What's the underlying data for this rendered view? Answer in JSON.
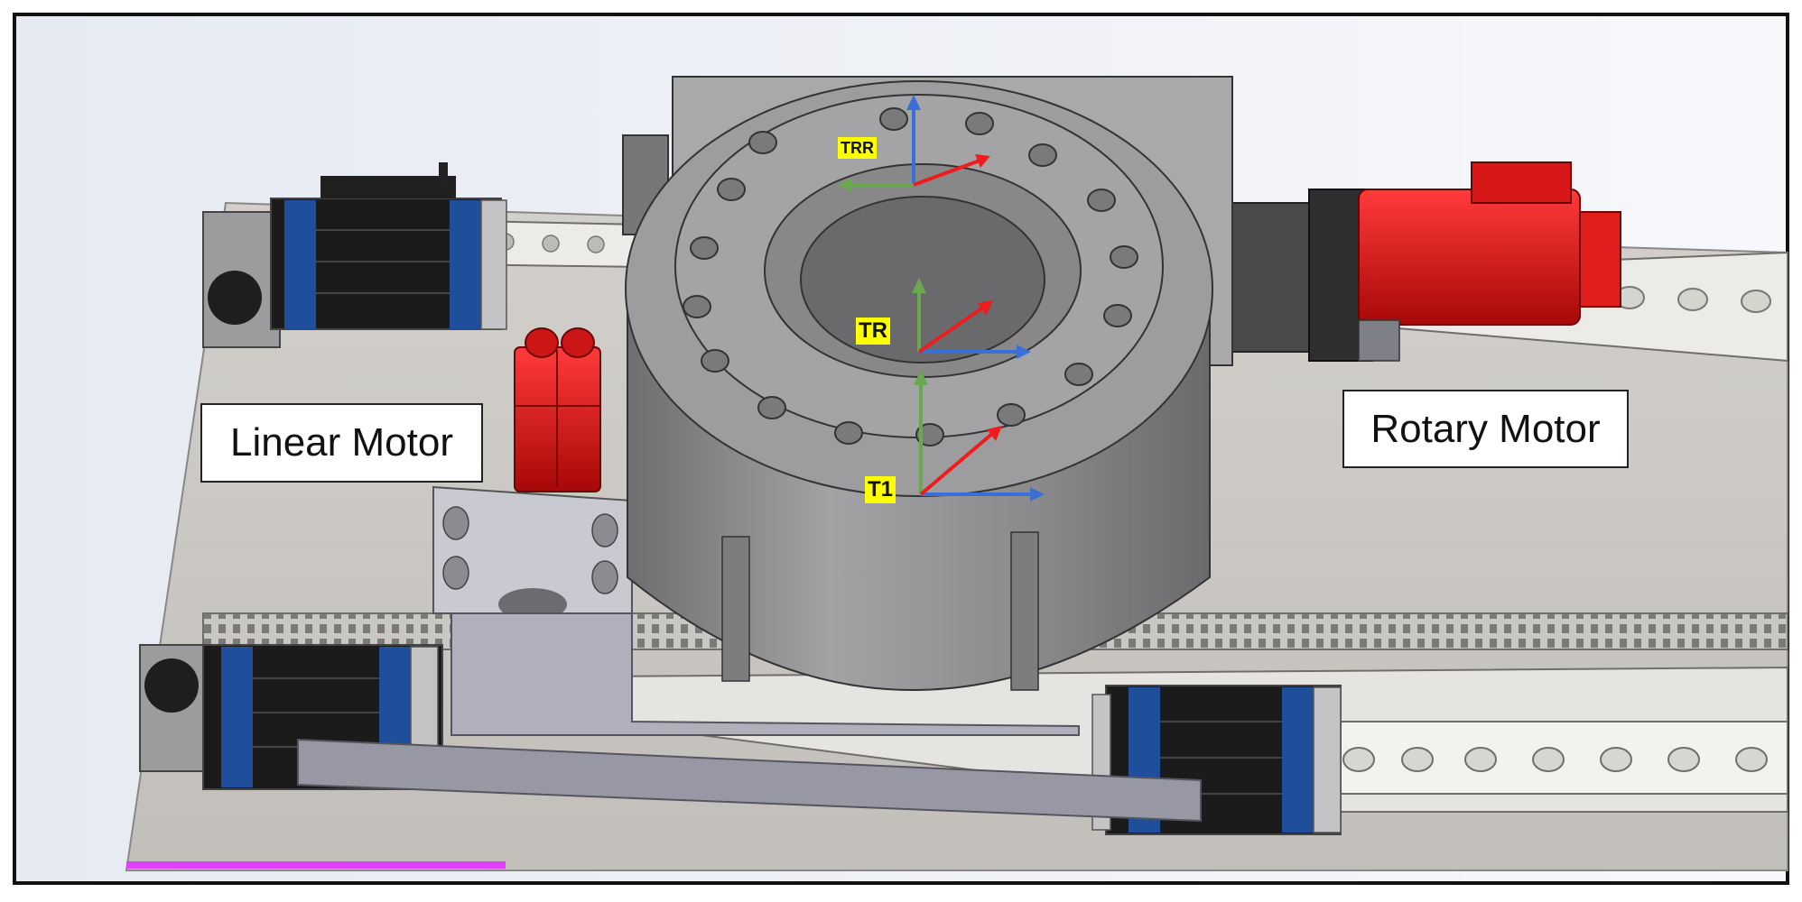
{
  "labels": {
    "linear_motor": "Linear Motor",
    "rotary_motor": "Rotary Motor"
  },
  "frames": {
    "trr": "TRR",
    "tr": "TR",
    "t1": "T1"
  },
  "colors": {
    "axis_x": "#3a6fd8",
    "axis_y": "#6aa84f",
    "axis_z": "#ee1c1c",
    "tag_bg": "#ffff00",
    "motor_red": "#d41010",
    "housing_gray": "#8e8e90",
    "block_blue": "#1f4f9a"
  }
}
